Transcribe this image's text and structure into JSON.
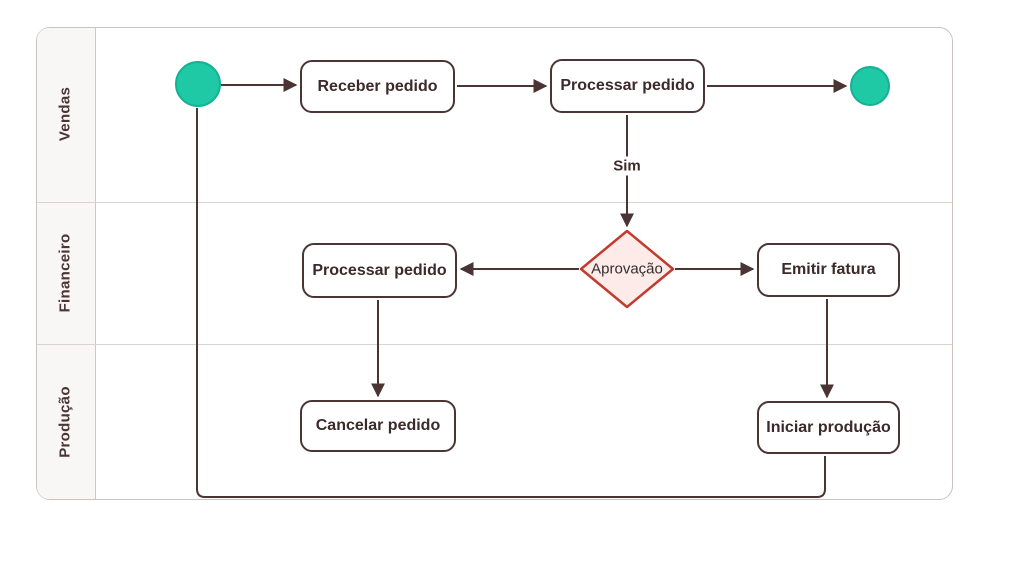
{
  "diagram": {
    "type": "swimlane-flowchart",
    "language": "pt-BR",
    "lanes": [
      {
        "label": "Vendas"
      },
      {
        "label": "Financeiro"
      },
      {
        "label": "Produção"
      }
    ],
    "nodes": {
      "start_event": {
        "shape": "circle",
        "role": "start"
      },
      "receber_pedido": {
        "label": "Receber pedido",
        "lane": "Vendas",
        "shape": "rounded-rect"
      },
      "processar_pedido_vendas": {
        "label": "Processar pedido",
        "lane": "Vendas",
        "shape": "rounded-rect"
      },
      "end_event": {
        "shape": "circle",
        "role": "end"
      },
      "aprovacao": {
        "label": "Aprovação",
        "lane": "Financeiro",
        "shape": "diamond"
      },
      "processar_pedido_financeiro": {
        "label": "Processar pedido",
        "lane": "Financeiro",
        "shape": "rounded-rect"
      },
      "emitir_fatura": {
        "label": "Emitir fatura",
        "lane": "Financeiro",
        "shape": "rounded-rect"
      },
      "cancelar_pedido": {
        "label": "Cancelar pedido",
        "lane": "Produção",
        "shape": "rounded-rect"
      },
      "iniciar_producao": {
        "label": "Iniciar produção",
        "lane": "Produção",
        "shape": "rounded-rect"
      }
    },
    "edges": [
      {
        "from": "start_event",
        "to": "receber_pedido",
        "label": ""
      },
      {
        "from": "receber_pedido",
        "to": "processar_pedido_vendas",
        "label": ""
      },
      {
        "from": "processar_pedido_vendas",
        "to": "end_event",
        "label": ""
      },
      {
        "from": "processar_pedido_vendas",
        "to": "aprovacao",
        "label": "Sim"
      },
      {
        "from": "aprovacao",
        "to": "processar_pedido_financeiro",
        "label": ""
      },
      {
        "from": "aprovacao",
        "to": "emitir_fatura",
        "label": ""
      },
      {
        "from": "processar_pedido_financeiro",
        "to": "cancelar_pedido",
        "label": ""
      },
      {
        "from": "emitir_fatura",
        "to": "iniciar_producao",
        "label": ""
      },
      {
        "from": "iniciar_producao",
        "to": "start_event",
        "label": ""
      }
    ],
    "colors": {
      "event_fill": "#1fc9a5",
      "event_border": "#14b292",
      "task_border": "#4a3434",
      "task_text": "#3c2a2a",
      "decision_fill": "#fcebe9",
      "decision_border": "#c23b2c",
      "wire": "#4a3434",
      "lane_label_bg": "#f8f7f6",
      "frame_border": "#c9c4c1",
      "lane_divider": "#d8d4d1"
    }
  }
}
